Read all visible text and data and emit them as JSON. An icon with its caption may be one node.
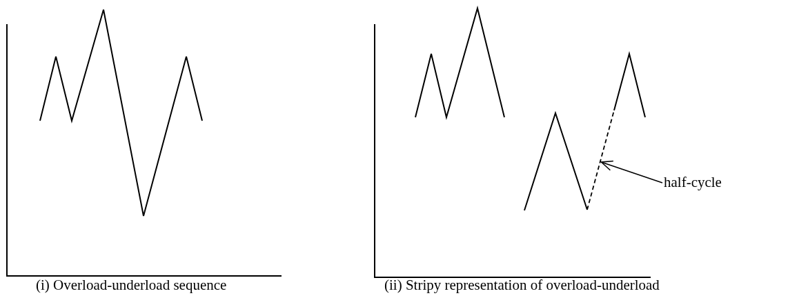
{
  "diagram": {
    "nodes": [
      {
        "text": [
          "half-cycle"
        ]
      },
      {
        "text": [],
        "shape": "line"
      }
    ],
    "edges": [
      {
        "from": 0,
        "to": 1,
        "arrow": "to"
      }
    ],
    "labels": [
      "(i) Overload-underload sequence",
      "(ii) Stripy representation of overload-underload"
    ]
  }
}
